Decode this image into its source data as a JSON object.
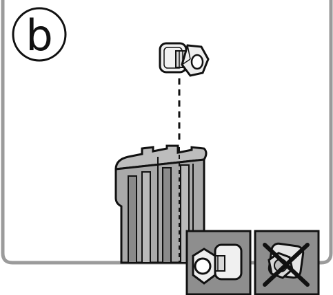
{
  "step": {
    "label": "b"
  },
  "panels": [
    {
      "name": "correct-orientation",
      "crossed": false
    },
    {
      "name": "incorrect-orientation",
      "crossed": true
    }
  ],
  "colors": {
    "frame": "#9b9b9b",
    "profile_fill": "#a9a9a9",
    "profile_dark": "#8a8a8a",
    "outline": "#111111",
    "panel_bg": "#8e8e8e",
    "hardware_fill": "#e6e6e6"
  }
}
